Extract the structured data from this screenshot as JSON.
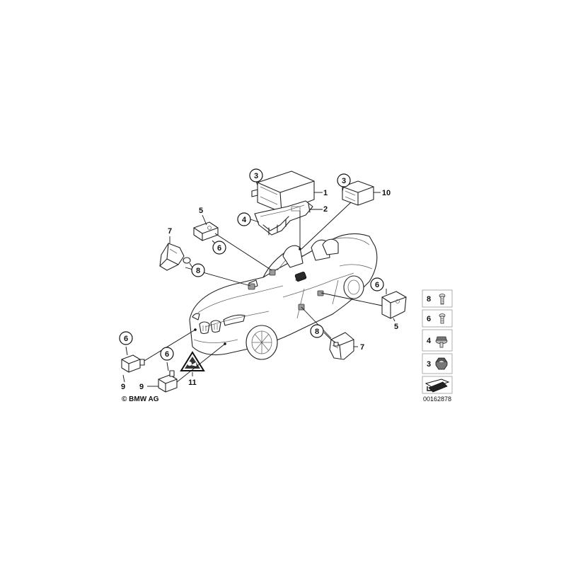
{
  "copyright": "© BMW AG",
  "diagram_number": "00162878",
  "callouts": {
    "c1": "1",
    "c2": "2",
    "c3a": "3",
    "c3b": "3",
    "c4": "4",
    "c5a": "5",
    "c5b": "5",
    "c6a": "6",
    "c6b": "6",
    "c6c": "6",
    "c6d": "6",
    "c7a": "7",
    "c7b": "7",
    "c8a": "8",
    "c8b": "8",
    "c9a": "9",
    "c9b": "9",
    "c10": "10",
    "c11": "11"
  },
  "fastener_legend": [
    "8",
    "6",
    "4",
    "3"
  ]
}
